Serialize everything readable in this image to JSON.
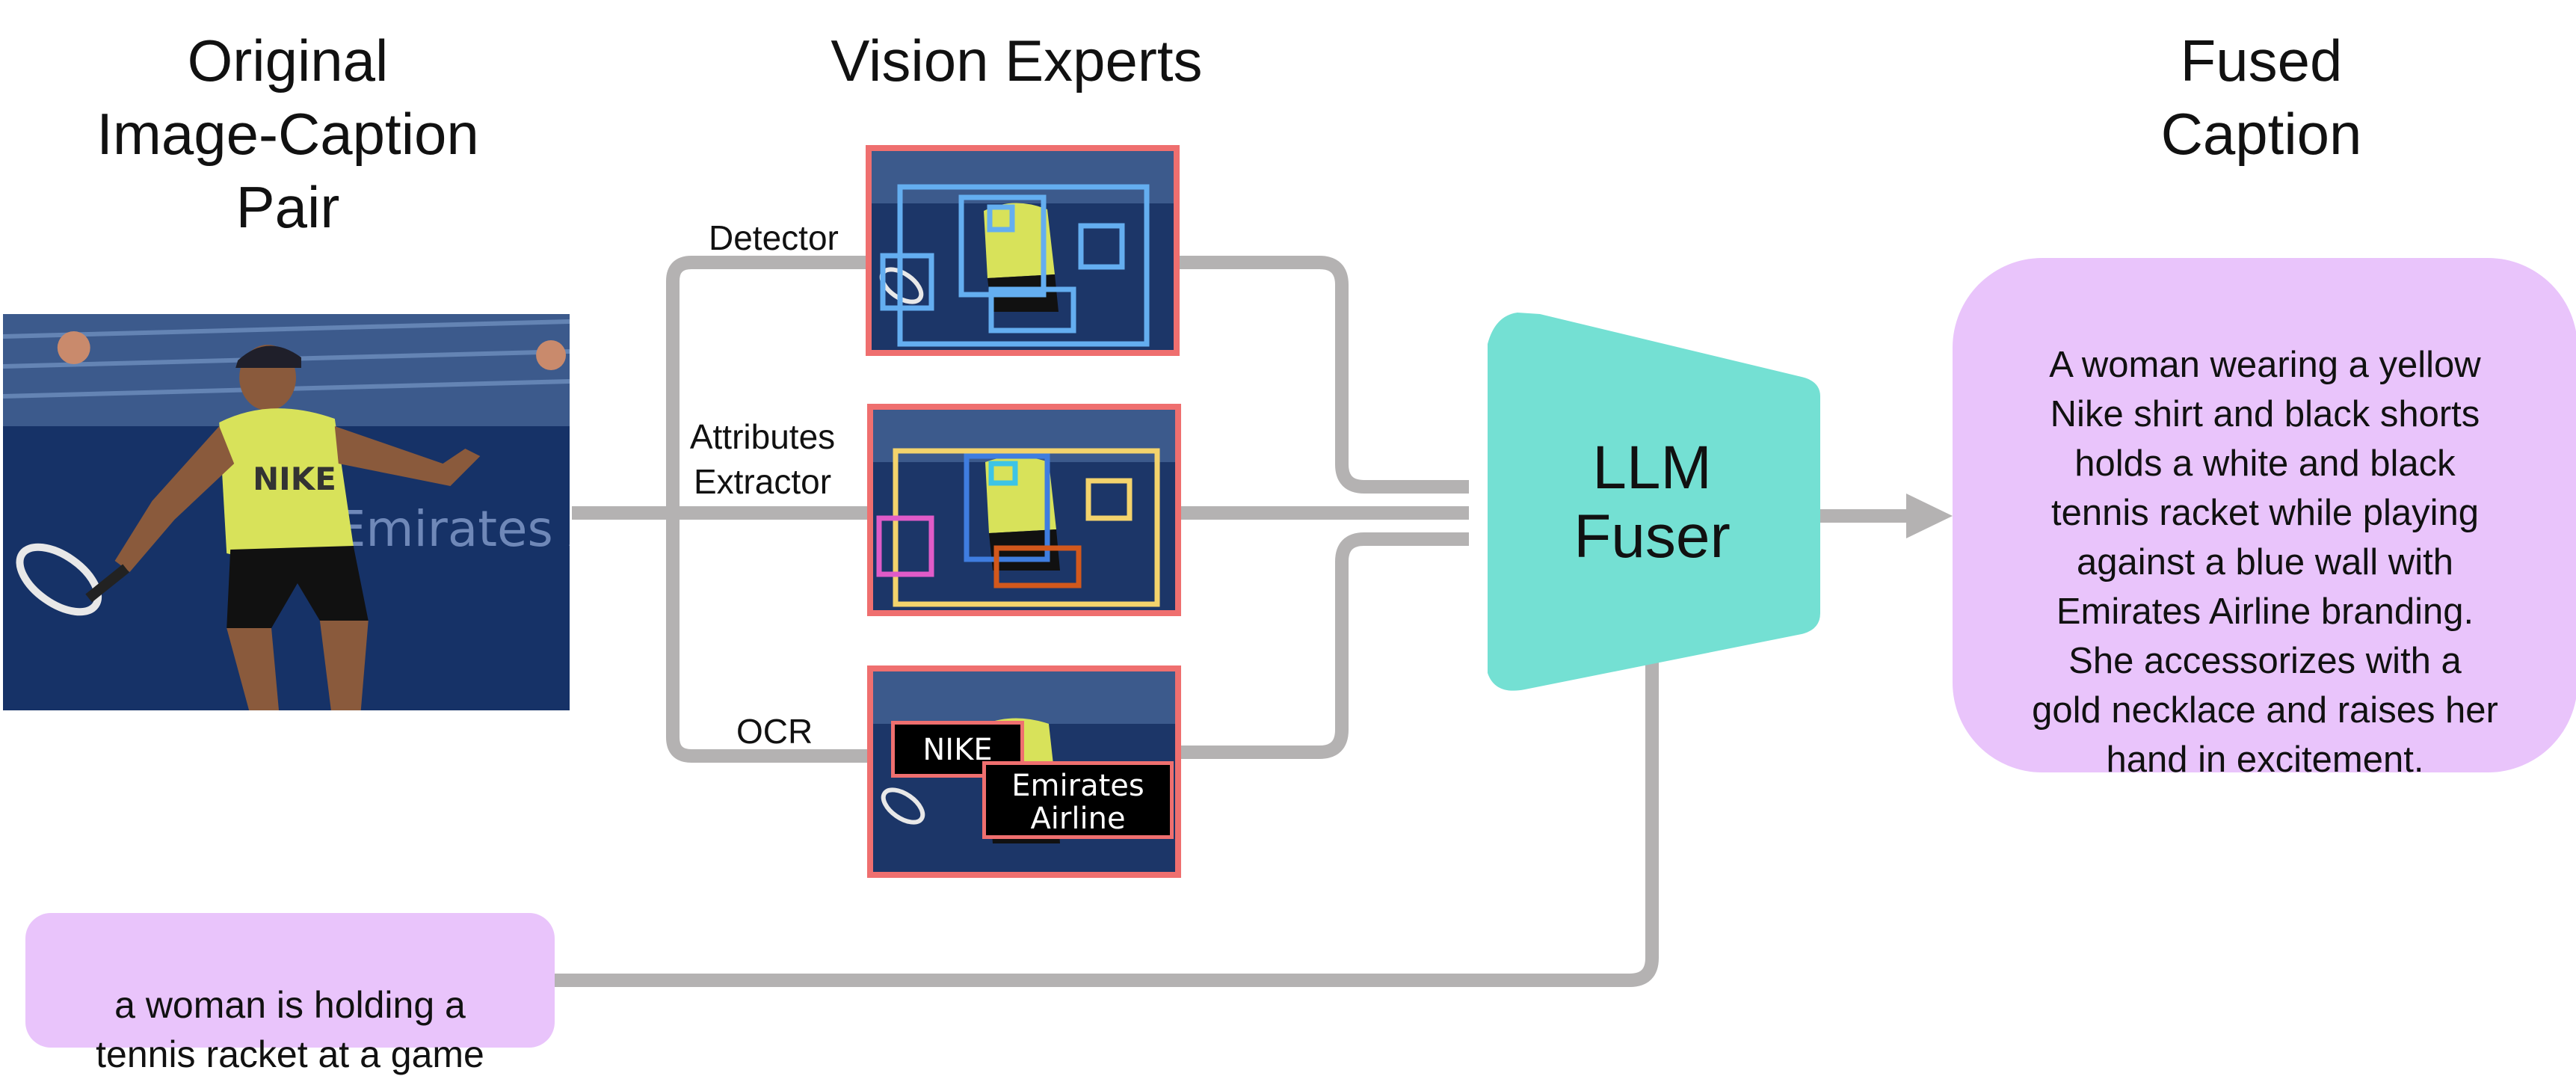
{
  "headings": {
    "original": "Original\nImage-Caption\nPair",
    "experts": "Vision Experts",
    "fused": "Fused\nCaption"
  },
  "experts": [
    {
      "label": "Detector"
    },
    {
      "label": "Attributes\nExtractor"
    },
    {
      "label": "OCR"
    }
  ],
  "scene_text": {
    "shirt": "NIKE",
    "banner": "Emirates Airline"
  },
  "ocr_tags": [
    "NIKE",
    "Emirates\nAirline"
  ],
  "fuser": {
    "label": "LLM\nFuser"
  },
  "original_caption": "a woman is holding a\ntennis racket at a game",
  "fused_caption": "A woman wearing a yellow\nNike shirt and black shorts\nholds a white and black\ntennis racket while playing\nagainst a blue wall with\nEmirates Airline branding.\nShe accessorizes with a\ngold necklace and raises her\nhand in excitement.",
  "colors": {
    "connector": "#b4b2b2",
    "fuser": "#74e0d3",
    "bubble": "#e9c4fb",
    "thumb_border": "#ef6f6f",
    "detector_box": "#64aef0",
    "attr_yellow": "#f3d36c",
    "attr_magenta": "#e05bc8",
    "attr_orange": "#d2581c",
    "attr_blue": "#3f7de0",
    "attr_cyan": "#3cc4e6"
  }
}
